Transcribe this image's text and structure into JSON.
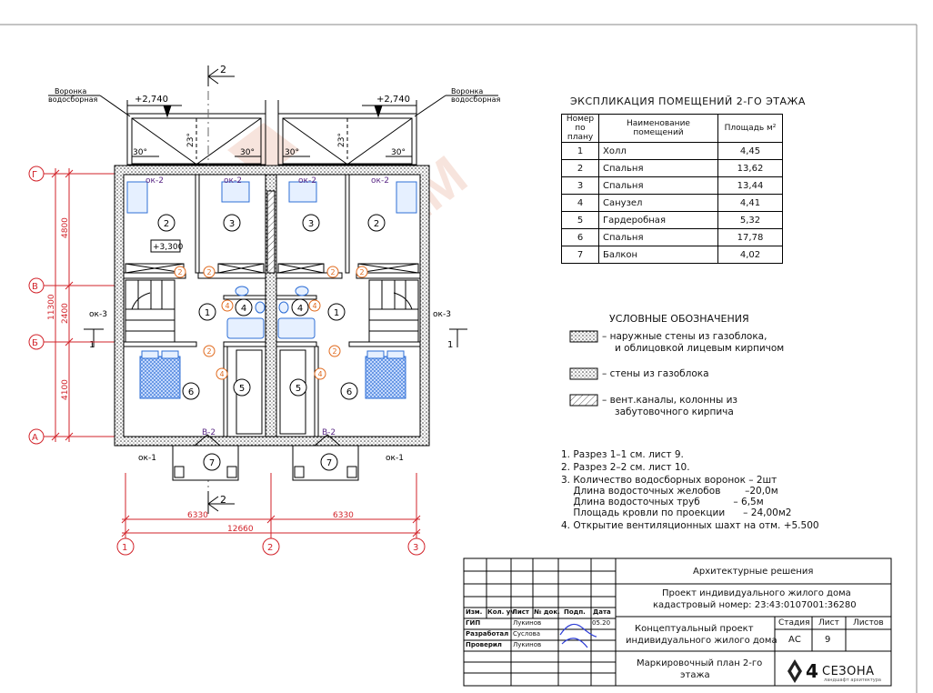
{
  "plan": {
    "funnel_label_left": [
      "Воронка",
      "водосборная"
    ],
    "funnel_label_right": [
      "Воронка",
      "водосборная"
    ],
    "level_left": "+2,740",
    "level_right": "+2,740",
    "floor_level": "+3,300",
    "angle_30": "30°",
    "angle_23": "23°",
    "section2_mark": "2",
    "section1_mark": "1",
    "axes_letters": [
      "Г",
      "В",
      "Б",
      "А"
    ],
    "axes_numbers": [
      "1",
      "2",
      "3"
    ],
    "dims_vertical": [
      "4800",
      "2400",
      "4100",
      "11300"
    ],
    "dims_horizontal": [
      "6330",
      "6330",
      "12660"
    ],
    "window_labels": [
      "ок-2",
      "ок-2",
      "ок-2",
      "ок-2",
      "ок-3",
      "ок-3",
      "ок-1",
      "ок-1"
    ],
    "door_labels": [
      "В-2",
      "В-2"
    ],
    "room_numbers_left": [
      "2",
      "3",
      "1",
      "4",
      "6",
      "5",
      "7"
    ],
    "room_numbers_right": [
      "3",
      "2",
      "4",
      "1",
      "5",
      "6",
      "7"
    ],
    "marker_numbers": [
      "2",
      "4"
    ],
    "watermark": "ТЕРЕМ"
  },
  "explication": {
    "title": "ЭКСПЛИКАЦИЯ ПОМЕЩЕНИЙ  2-ГО ЭТАЖА",
    "headers": [
      "Номер по плану",
      "Наименование помещений",
      "Площадь м²"
    ],
    "rows": [
      [
        "1",
        "Холл",
        "4,45"
      ],
      [
        "2",
        "Спальня",
        "13,62"
      ],
      [
        "3",
        "Спальня",
        "13,44"
      ],
      [
        "4",
        "Санузел",
        "4,41"
      ],
      [
        "5",
        "Гардеробная",
        "5,32"
      ],
      [
        "6",
        "Спальня",
        "17,78"
      ],
      [
        "7",
        "Балкон",
        "4,02"
      ]
    ]
  },
  "legend": {
    "title": "УСЛОВНЫЕ ОБОЗНАЧЕНИЯ",
    "item1": [
      "– наружные стены из газоблока,",
      "и облицовкой лицевым кирпичом"
    ],
    "item2": "– стены из газоблока",
    "item3": [
      "– вент.каналы, колонны из",
      "забутовочного кирпича"
    ]
  },
  "notes": [
    "1. Разрез 1–1 см. лист 9.",
    "2. Разрез 2–2 см. лист 10.",
    "3. Количество водосборных воронок   – 2шт",
    "    Длина водосточных желобов        –20,0м",
    "    Длина водосточных труб           – 6,5м",
    "    Площадь кровли по проекции      – 24,00м2",
    "4. Открытие вентиляционных шахт на отм. +5.500"
  ],
  "stamp": {
    "section_title": "Архитектурные решения",
    "project_line1": "Проект индивидуального жилого дома",
    "project_line2": "кадастровый номер: 23:43:0107001:36280",
    "doc_line1": "Концептуальный проект",
    "doc_line2": "индивидуального жилого дома",
    "sheet_line1": "Маркировочный план 2-го",
    "sheet_line2": "этажа",
    "col_headers": [
      "Изм.",
      "Кол. уч",
      "Лист",
      "№ док.",
      "Подп.",
      "Дата"
    ],
    "roles": [
      "ГИП",
      "Разработал",
      "Проверил"
    ],
    "names": [
      "Лукинов",
      "Суслова",
      "Лукинов"
    ],
    "date": "05.20",
    "stage_header": "Стадия",
    "sheet_header": "Лист",
    "sheets_header": "Листов",
    "stage": "АС",
    "sheet": "9",
    "sheets": "",
    "company": "СЕЗОНА",
    "company_num": "4",
    "company_sub": "ландшафт архитектура"
  },
  "colors": {
    "orange": "#e06a1e",
    "purple": "#5b2a86",
    "red": "#d2232a",
    "blue": "#2f6fd6",
    "watermark": "#f2cfc2"
  }
}
